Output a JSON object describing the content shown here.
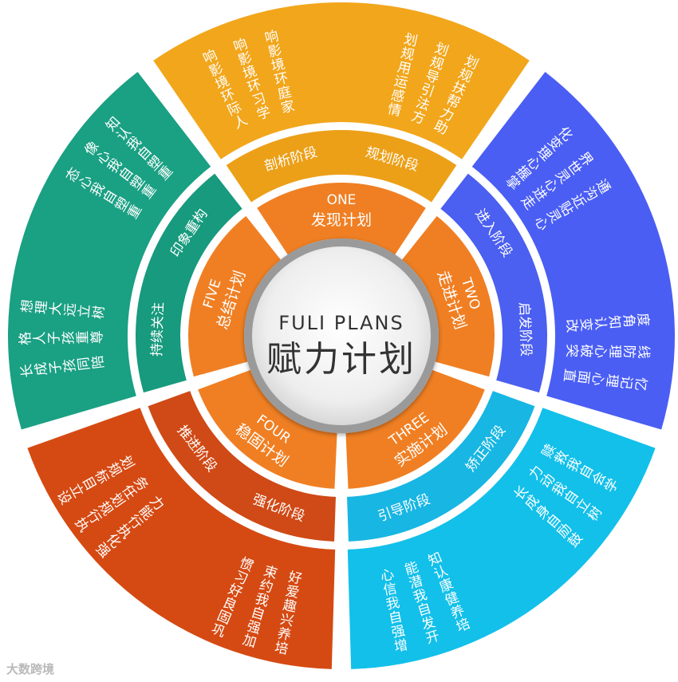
{
  "center": {
    "en": "FULI PLANS",
    "zh": "赋力计划"
  },
  "plans": [
    {
      "num": "ONE",
      "name": "发现计划",
      "color_inner": "#f07f23",
      "color_mid": "#eca018",
      "color_outer": "#f2a61b",
      "stages": [
        "剖析阶段",
        "规划阶段"
      ],
      "items": [
        "人际环境影响",
        "学习环境影响",
        "家庭环境影响",
        "情感运用规划",
        "方法引导规划",
        "助力帮扶规划"
      ]
    },
    {
      "num": "TWO",
      "name": "走进计划",
      "color_inner": "#f07f23",
      "color_mid": "#4b5ff0",
      "color_outer": "#4a5ef4",
      "stages": [
        "进入阶段",
        "启发阶段"
      ],
      "items": [
        "掌握心理变化",
        "走进心灵世界",
        "心灵贴近沟通",
        "改变认知角度",
        "突破心理防线",
        "直面心理记忆"
      ]
    },
    {
      "num": "THREE",
      "name": "实施计划",
      "color_inner": "#f07f23",
      "color_mid": "#18b6e3",
      "color_outer": "#12c0ea",
      "stages": [
        "引导阶段",
        "矫正阶段"
      ],
      "items": [
        "增强自我信心",
        "开发自我潜能",
        "培养健康认知",
        "鼓励自身成长",
        "树立自我动力",
        "学会自我救赎"
      ]
    },
    {
      "num": "FOUR",
      "name": "稳固计划",
      "color_inner": "#f07f23",
      "color_mid": "#cf4a16",
      "color_outer": "#d54a13",
      "stages": [
        "推进阶段",
        "强化阶段"
      ],
      "items": [
        "设立目标规划",
        "执行规划任务",
        "强化执行能力",
        "巩固良好习惯",
        "加强自我约束",
        "培养兴趣爱好"
      ]
    },
    {
      "num": "FIVE",
      "name": "总结计划",
      "color_inner": "#f07f23",
      "color_mid": "#179a7d",
      "color_outer": "#1aa083",
      "stages": [
        "持续关注",
        "印象重构"
      ],
      "items": [
        "陪同孩子成长",
        "尊重孩子人格",
        "树立远大理想",
        "重塑自我心态",
        "重塑自我心像",
        "重塑自我认知"
      ]
    }
  ],
  "watermark": "大数跨境"
}
